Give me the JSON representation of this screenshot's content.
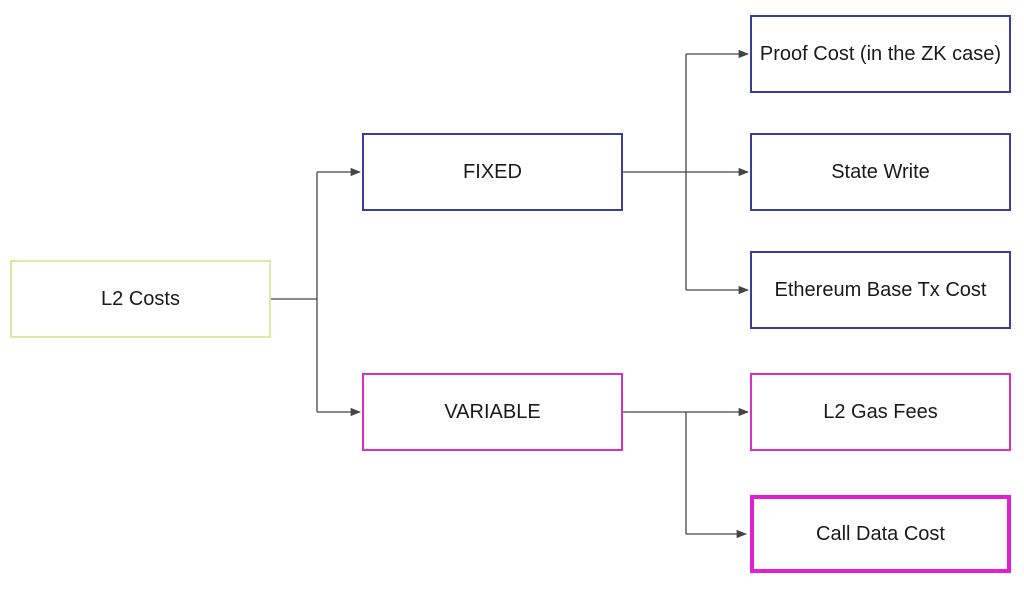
{
  "diagram": {
    "root": {
      "label": "L2 Costs"
    },
    "fixed": {
      "label": "FIXED",
      "children": [
        {
          "label": "Proof Cost (in the ZK case)"
        },
        {
          "label": "State Write"
        },
        {
          "label": "Ethereum Base Tx Cost"
        }
      ]
    },
    "variable": {
      "label": "VARIABLE",
      "children": [
        {
          "label": "L2 Gas Fees"
        },
        {
          "label": "Call Data Cost"
        }
      ]
    }
  },
  "colors": {
    "root_border": "#dde8a6",
    "fixed_border": "#3b3f99",
    "variable_border": "#d62fc8",
    "connector": "#444444"
  }
}
